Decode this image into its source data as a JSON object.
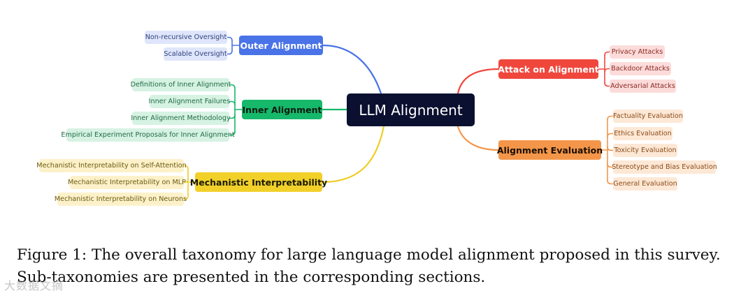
{
  "root": {
    "label": "LLM Alignment",
    "bg": "#0b1030",
    "color": "#ffffff"
  },
  "branches": {
    "outer": {
      "label": "Outer Alignment",
      "bg": "#4a73e8",
      "text": "#ffffff",
      "line": "#4a73e8",
      "leaf_bg": "#dfe6fb",
      "leaf_text": "#2d3f7a",
      "leaves": [
        "Non-recursive Oversight",
        "Scalable Oversight"
      ]
    },
    "inner": {
      "label": "Inner Alignment",
      "bg": "#16b86a",
      "text": "#0a1a10",
      "line": "#16b86a",
      "leaf_bg": "#d6f2e3",
      "leaf_text": "#1f6b44",
      "leaves": [
        "Definitions of Inner Alignment",
        "Inner Alignment Failures",
        "Inner Alignment Methodology",
        "Empirical Experiment Proposals for Inner Alignment"
      ]
    },
    "mech": {
      "label": "Mechanistic Interpretability",
      "bg": "#f2d02a",
      "text": "#1a1a00",
      "line": "#f0cd28",
      "leaf_bg": "#fcf1c9",
      "leaf_text": "#6b5a10",
      "leaves": [
        "Mechanistic Interpretability on Self-Attention",
        "Mechanistic Interpretability on MLP",
        "Mechanistic Interpretability on Neurons"
      ]
    },
    "attack": {
      "label": "Attack on Alignment",
      "bg": "#f0473d",
      "text": "#ffffff",
      "line": "#f0473d",
      "leaf_bg": "#fcdcda",
      "leaf_text": "#8a2a24",
      "leaves": [
        "Privacy Attacks",
        "Backdoor Attacks",
        "Adversarial Attacks"
      ]
    },
    "eval": {
      "label": "Alignment Evaluation",
      "bg": "#f3964a",
      "text": "#1a0e00",
      "line": "#f3964a",
      "leaf_bg": "#fde8d6",
      "leaf_text": "#8a4b17",
      "leaves": [
        "Factuality Evaluation",
        "Ethics Evaluation",
        "Toxicity Evaluation",
        "Stereotype and Bias Evaluation",
        "General Evaluation"
      ]
    }
  },
  "caption": "Figure 1: The overall taxonomy for large language model alignment proposed in this survey. Sub-taxonomies are presented in the corresponding sections.",
  "watermark": "大数据文摘"
}
